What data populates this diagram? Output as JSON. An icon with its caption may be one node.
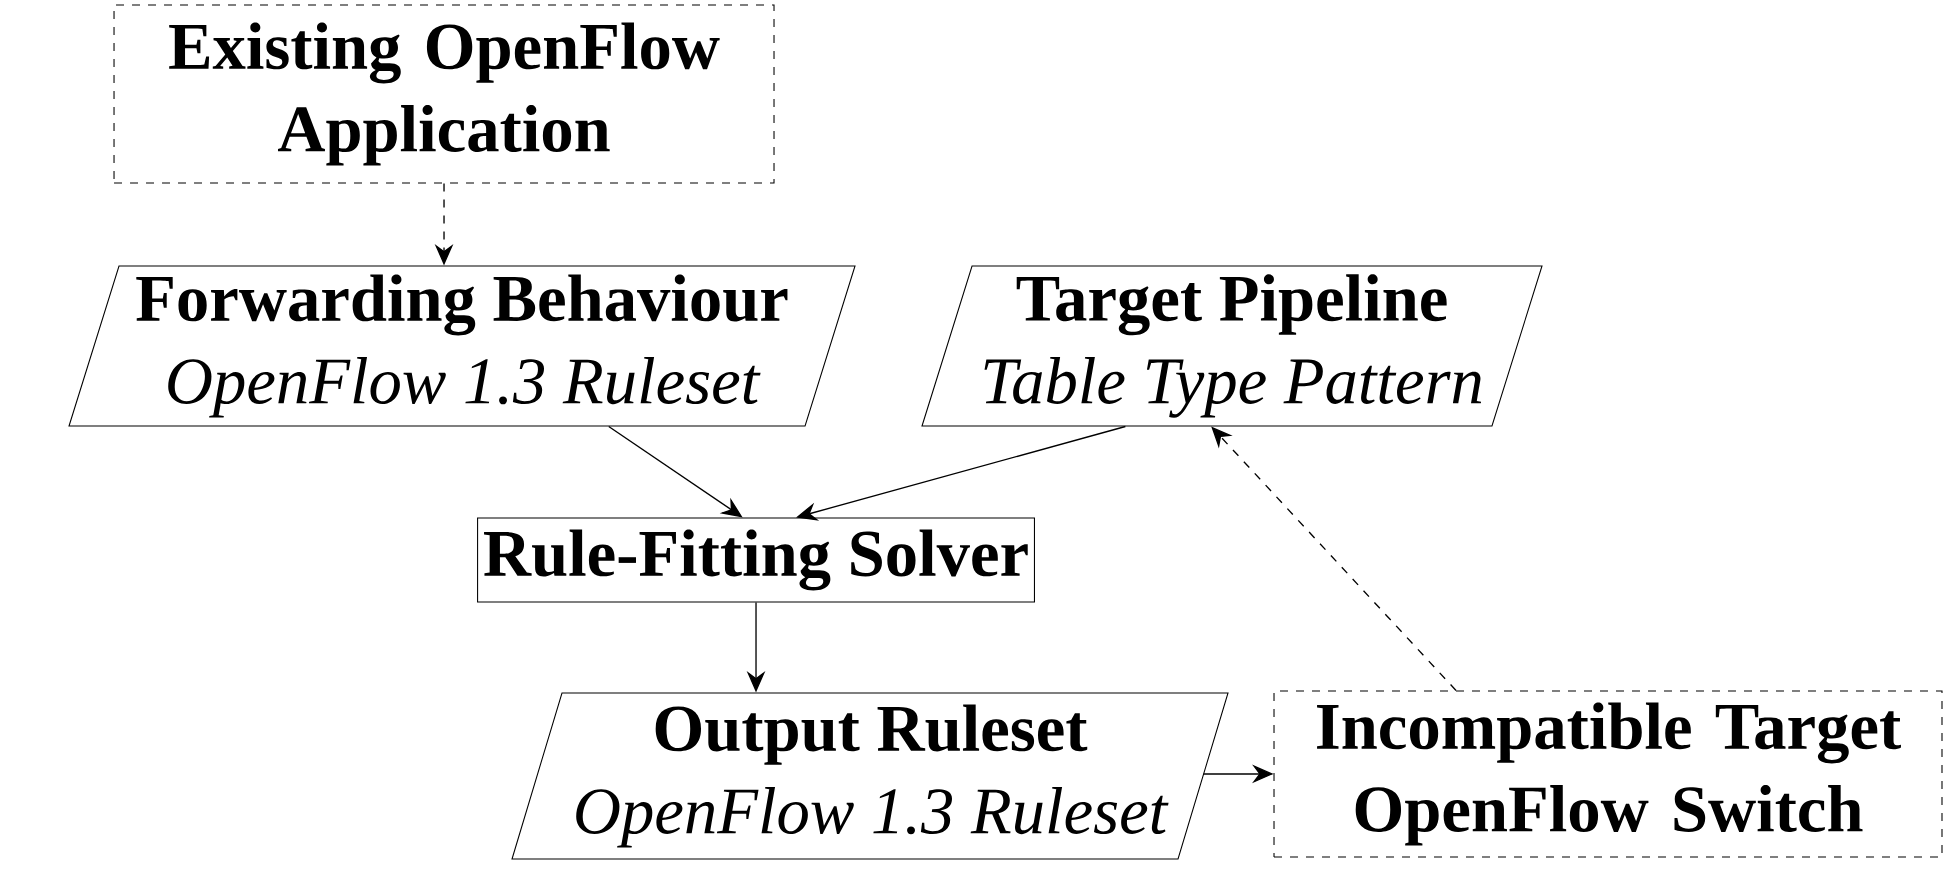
{
  "diagram": {
    "nodes": [
      {
        "text": [
          "Existing OpenFlow Application"
        ]
      },
      {
        "text": [
          "Forwarding Behaviour",
          "OpenFlow 1.3 Ruleset"
        ]
      },
      {
        "text": [
          "Target Pipeline",
          "Table Type Pattern"
        ]
      },
      {
        "text": [
          "Rule-Fitting Solver"
        ]
      },
      {
        "text": [
          "Output Ruleset",
          "OpenFlow 1.3 Ruleset"
        ]
      },
      {
        "text": [
          "Incompatible Target OpenFlow Switch"
        ]
      }
    ],
    "edges": [
      {
        "from": 0,
        "to": 1,
        "arrow": "to",
        "style": "dashed"
      },
      {
        "from": 1,
        "to": 3,
        "arrow": "to"
      },
      {
        "from": 2,
        "to": 3,
        "arrow": "to"
      },
      {
        "from": 3,
        "to": 4,
        "arrow": "to"
      },
      {
        "from": 4,
        "to": 5,
        "arrow": "to"
      },
      {
        "from": 5,
        "to": 2,
        "arrow": "to",
        "style": "dashed"
      }
    ]
  }
}
